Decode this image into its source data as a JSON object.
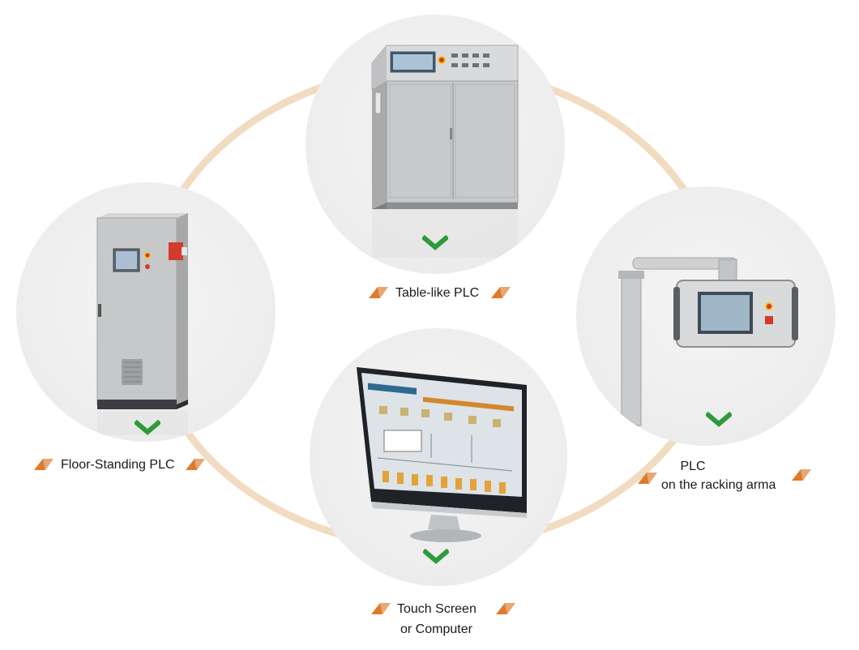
{
  "nodes": [
    {
      "id": "table",
      "label": "Table-like PLC"
    },
    {
      "id": "floor",
      "label": "Floor-Standing PLC"
    },
    {
      "id": "arm",
      "label_line1": "PLC",
      "label_line2": "on the racking arma"
    },
    {
      "id": "touch",
      "label_line1": "Touch Screen",
      "label_line2": "or Computer"
    }
  ],
  "colors": {
    "ring": "#f1dcc1",
    "check": "#2e9a3a",
    "tri_orange": "#e07a2a",
    "tri_tan": "#e6a777",
    "bubble": "#eeeeee"
  },
  "icons": [
    "check-icon",
    "triangle-marker-icon"
  ]
}
